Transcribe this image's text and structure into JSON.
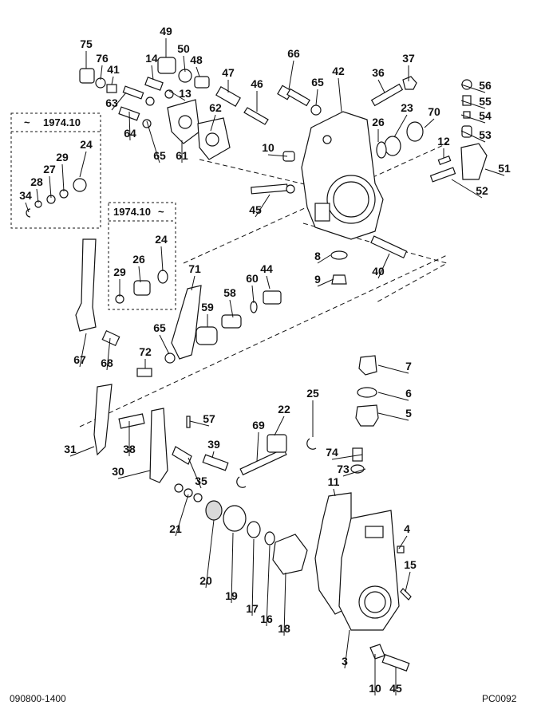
{
  "callouts": [
    "75",
    "76",
    "41",
    "49",
    "50",
    "48",
    "14",
    "13",
    "63",
    "64",
    "65",
    "61",
    "62",
    "47",
    "46",
    "66",
    "65",
    "42",
    "36",
    "37",
    "56",
    "55",
    "54",
    "53",
    "10",
    "26",
    "23",
    "70",
    "12",
    "51",
    "52",
    "45",
    "8",
    "9",
    "40",
    "71",
    "44",
    "60",
    "58",
    "59",
    "65",
    "72",
    "67",
    "68",
    "31",
    "38",
    "30",
    "57",
    "39",
    "35",
    "21",
    "69",
    "22",
    "25",
    "20",
    "19",
    "17",
    "16",
    "18",
    "11",
    "7",
    "6",
    "5",
    "74",
    "73",
    "4",
    "15",
    "3",
    "10",
    "45",
    "24",
    "29",
    "27",
    "28",
    "34",
    "24",
    "26",
    "29"
  ],
  "inset_before": {
    "date": "1974.10",
    "prefix": "~",
    "labels": [
      "24",
      "29",
      "27",
      "28",
      "34"
    ]
  },
  "inset_after": {
    "date": "1974.10",
    "suffix": "~",
    "labels": [
      "26",
      "24",
      "29"
    ]
  },
  "footer": {
    "left_code": "090800-1400",
    "right_code": "PC0092"
  }
}
